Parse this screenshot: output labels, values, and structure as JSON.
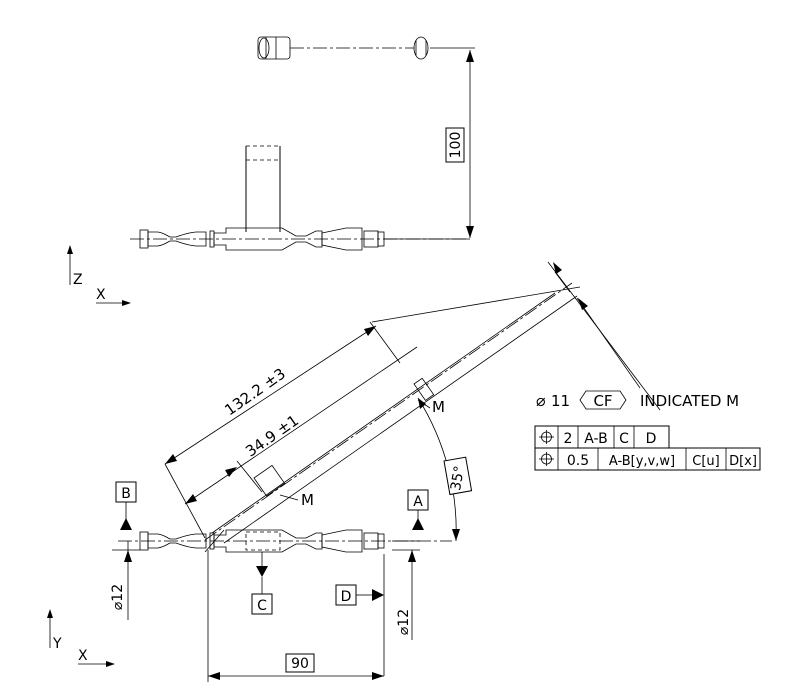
{
  "views": {
    "top": {
      "axis_vertical": "Z",
      "axis_horizontal": "X",
      "dim_height": "100"
    },
    "bottom": {
      "axis_vertical": "Y",
      "axis_horizontal": "X",
      "dim_length": "132.2 ±3",
      "dim_offset": "34.9 ±1",
      "dim_angle": "35°",
      "dim_width": "90",
      "dia_left": "⌀12",
      "dia_right": "⌀12",
      "modifier_upper": "M",
      "modifier_lower": "M",
      "datums": [
        "B",
        "A",
        "C",
        "D"
      ]
    }
  },
  "fcf": {
    "dia_symbol": "⌀",
    "dia_value": "11",
    "cf": "CF",
    "note": "INDICATED M",
    "row1": {
      "tol": "2",
      "ref1": "A-B",
      "ref2": "C",
      "ref3": "D"
    },
    "row2": {
      "tol": "0.5",
      "ref1": "A-B[y,v,w]",
      "ref2": "C[u]",
      "ref3": "D[x]"
    }
  }
}
